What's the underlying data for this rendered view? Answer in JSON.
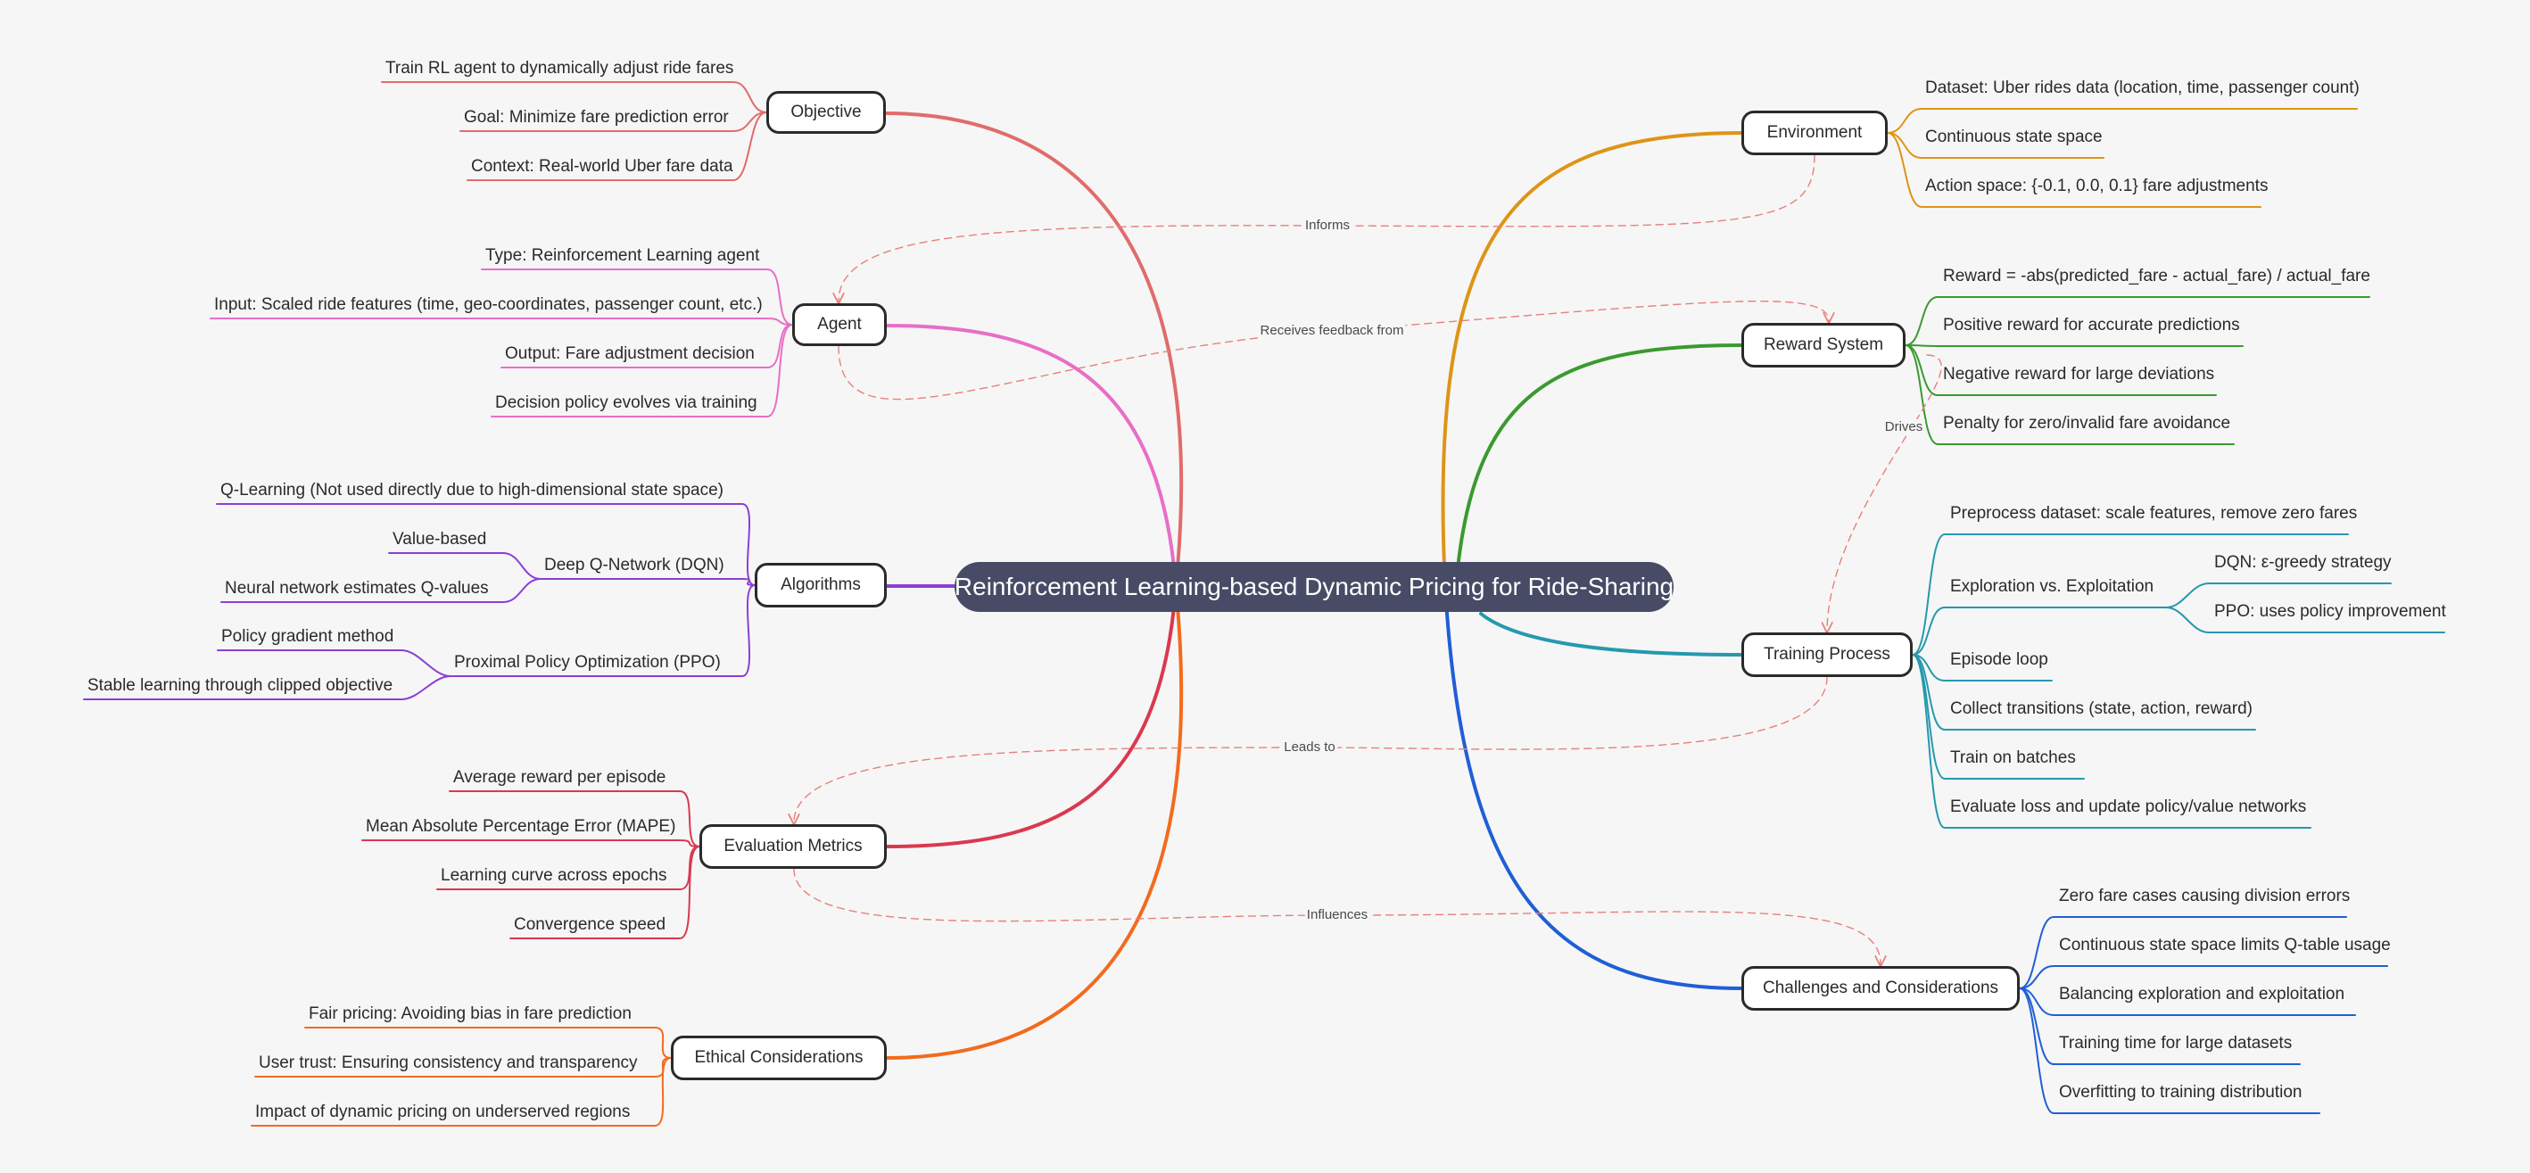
{
  "center": "Reinforcement Learning-based Dynamic Pricing for Ride-Sharing",
  "branches": {
    "objective": {
      "label": "Objective",
      "color": "#e06c6b",
      "items": [
        "Train RL agent to dynamically adjust ride fares",
        "Goal: Minimize fare prediction error",
        "Context: Real-world Uber fare data"
      ]
    },
    "agent": {
      "label": "Agent",
      "color": "#e86ec6",
      "items": [
        "Type: Reinforcement Learning agent",
        "Input: Scaled ride features (time, geo-coordinates, passenger count, etc.)",
        "Output: Fare adjustment decision",
        "Decision policy evolves via training"
      ]
    },
    "algorithms": {
      "label": "Algorithms",
      "color": "#8b3fd6",
      "items": [
        "Q-Learning (Not used directly due to high-dimensional state space)",
        "Deep Q-Network (DQN)",
        "Proximal Policy Optimization (PPO)"
      ],
      "sub": {
        "dqn": [
          "Value-based",
          "Neural network estimates Q-values"
        ],
        "ppo": [
          "Policy gradient method",
          "Stable learning through clipped objective"
        ]
      }
    },
    "evaluation": {
      "label": "Evaluation Metrics",
      "color": "#d9394f",
      "items": [
        "Average reward per episode",
        "Mean Absolute Percentage Error (MAPE)",
        "Learning curve across epochs",
        "Convergence speed"
      ]
    },
    "ethical": {
      "label": "Ethical Considerations",
      "color": "#f26b1d",
      "items": [
        "Fair pricing: Avoiding bias in fare prediction",
        "User trust: Ensuring consistency and transparency",
        "Impact of dynamic pricing on underserved regions"
      ]
    },
    "environment": {
      "label": "Environment",
      "color": "#de9416",
      "items": [
        "Dataset: Uber rides data (location, time, passenger count)",
        "Continuous state space",
        "Action space: {-0.1, 0.0, 0.1} fare adjustments"
      ]
    },
    "reward": {
      "label": "Reward System",
      "color": "#3a9a2f",
      "items": [
        "Reward = -abs(predicted_fare - actual_fare) / actual_fare",
        "Positive reward for accurate predictions",
        "Negative reward for large deviations",
        "Penalty for zero/invalid fare avoidance"
      ]
    },
    "training": {
      "label": "Training Process",
      "color": "#2599ad",
      "items": [
        "Preprocess dataset: scale features, remove zero fares",
        "Exploration vs. Exploitation",
        "Episode loop",
        "Collect transitions (state, action, reward)",
        "Train on batches",
        "Evaluate loss and update policy/value networks"
      ],
      "sub": {
        "exploration": [
          "DQN: ε-greedy strategy",
          "PPO: uses policy improvement"
        ]
      }
    },
    "challenges": {
      "label": "Challenges and Considerations",
      "color": "#1f5fd6",
      "items": [
        "Zero fare cases causing division errors",
        "Continuous state space limits Q-table usage",
        "Balancing exploration and exploitation",
        "Training time for large datasets",
        "Overfitting to training distribution"
      ]
    }
  },
  "relationships": {
    "informs": "Informs",
    "feedback": "Receives feedback from",
    "drives": "Drives",
    "leads": "Leads to",
    "influences": "Influences"
  },
  "relationship_color": "#e8807a"
}
